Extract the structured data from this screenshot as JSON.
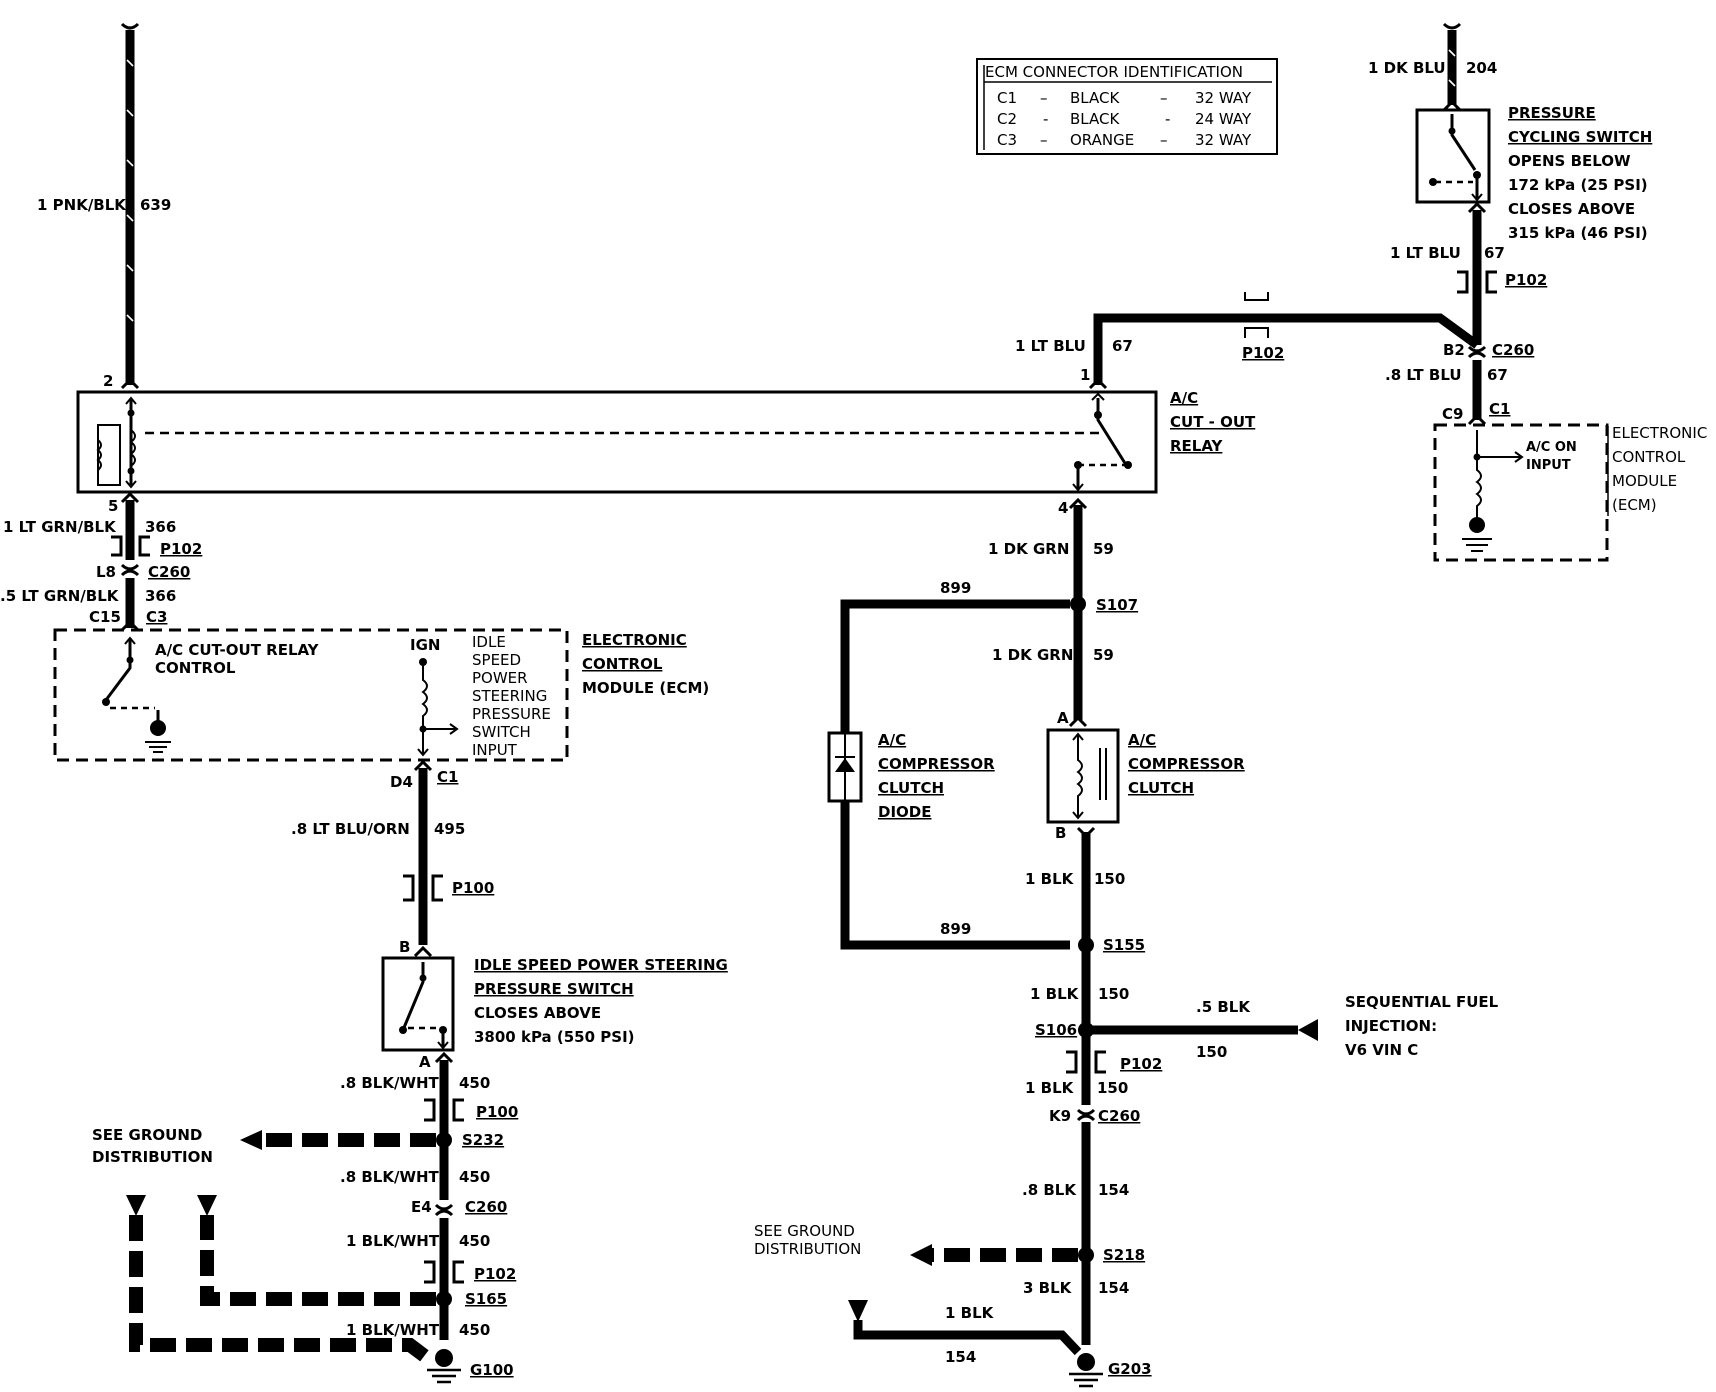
{
  "ecm_table": {
    "title": "ECM CONNECTOR IDENTIFICATION",
    "rows": [
      {
        "id": "C1",
        "dash1": "–",
        "color": "BLACK",
        "dash2": "–",
        "ways": "32 WAY"
      },
      {
        "id": "C2",
        "dash1": "-",
        "color": "BLACK",
        "dash2": "-",
        "ways": "24 WAY"
      },
      {
        "id": "C3",
        "dash1": "–",
        "color": "ORANGE",
        "dash2": "–",
        "ways": "32 WAY"
      }
    ]
  },
  "wires": {
    "w639": {
      "gauge": "1 PNK/BLK",
      "circuit": "639"
    },
    "w366a": {
      "gauge": "1 LT GRN/BLK",
      "circuit": "366"
    },
    "w366b": {
      "gauge": ".5 LT GRN/BLK",
      "circuit": "366"
    },
    "w495": {
      "gauge": ".8 LT BLU/ORN",
      "circuit": "495"
    },
    "w450a": {
      "gauge": ".8 BLK/WHT",
      "circuit": "450"
    },
    "w450b": {
      "gauge": ".8 BLK/WHT",
      "circuit": "450"
    },
    "w450c": {
      "gauge": "1 BLK/WHT",
      "circuit": "450"
    },
    "w450d": {
      "gauge": "1 BLK/WHT",
      "circuit": "450"
    },
    "w204": {
      "gauge": "1 DK BLU",
      "circuit": "204"
    },
    "w67a": {
      "gauge": "1 LT BLU",
      "circuit": "67"
    },
    "w67b": {
      "gauge": "1 LT BLU",
      "circuit": "67"
    },
    "w67c": {
      "gauge": ".8 LT BLU",
      "circuit": "67"
    },
    "w59a": {
      "gauge": "1 DK GRN",
      "circuit": "59"
    },
    "w59b": {
      "gauge": "1 DK GRN",
      "circuit": "59"
    },
    "w899a": {
      "circuit": "899"
    },
    "w899b": {
      "circuit": "899"
    },
    "w150a": {
      "gauge": "1 BLK",
      "circuit": "150"
    },
    "w150b": {
      "gauge": "1 BLK",
      "circuit": "150"
    },
    "w150c": {
      "gauge": ".5 BLK",
      "circuit": "150"
    },
    "w150d": {
      "gauge": "1 BLK",
      "circuit": "150"
    },
    "w154a": {
      "gauge": ".8 BLK",
      "circuit": "154"
    },
    "w154b": {
      "gauge": "3 BLK",
      "circuit": "154"
    },
    "w154c": {
      "gauge": "1 BLK",
      "circuit": "154"
    }
  },
  "connectors": {
    "p102_a": "P102",
    "c260_a": "C260",
    "c3": "C3",
    "c15": "C15",
    "l8": "L8",
    "d4": "D4",
    "c1_a": "C1",
    "p100_a": "P100",
    "p100_b": "P100",
    "c260_b": "C260",
    "e4": "E4",
    "p102_b": "P102",
    "p102_c": "P102",
    "p102_d": "P102",
    "c260_c": "C260",
    "b2": "B2",
    "c9": "C9",
    "c1_b": "C1",
    "p102_e": "P102",
    "c260_d": "C260",
    "k9": "K9"
  },
  "splices": {
    "s107": "S107",
    "s155": "S155",
    "s106": "S106",
    "s218": "S218",
    "s232": "S232",
    "s165": "S165"
  },
  "grounds": {
    "g100": "G100",
    "g203": "G203"
  },
  "pins": {
    "p2": "2",
    "p5": "5",
    "p1": "1",
    "p4": "4",
    "pB1": "B",
    "pA1": "A",
    "pA2": "A",
    "pB2": "B"
  },
  "relay": {
    "lines": [
      "A/C",
      "CUT - OUT",
      "RELAY"
    ]
  },
  "ecm_right": {
    "lines": [
      "ELECTRONIC",
      "CONTROL",
      "MODULE",
      "(ECM)"
    ],
    "input": [
      "A/C ON",
      "INPUT"
    ]
  },
  "ecm_left": {
    "lines": [
      "ELECTRONIC",
      "CONTROL",
      "MODULE (ECM)"
    ],
    "control": [
      "A/C CUT-OUT RELAY",
      "CONTROL"
    ],
    "ign": "IGN",
    "input": [
      "IDLE",
      "SPEED",
      "POWER",
      "STEERING",
      "PRESSURE",
      "SWITCH",
      "INPUT"
    ]
  },
  "pressure_cycling": {
    "lines": [
      "PRESSURE",
      "CYCLING SWITCH",
      "OPENS BELOW",
      "172 kPa (25 PSI)",
      "CLOSES ABOVE",
      "315 kPa (46 PSI)"
    ]
  },
  "idle_switch": {
    "lines": [
      "IDLE SPEED POWER STEERING",
      "PRESSURE SWITCH",
      "CLOSES ABOVE",
      "3800 kPa (550 PSI)"
    ]
  },
  "diode": {
    "lines": [
      "A/C",
      "COMPRESSOR",
      "CLUTCH",
      "DIODE"
    ]
  },
  "clutch": {
    "lines": [
      "A/C",
      "COMPRESSOR",
      "CLUTCH"
    ]
  },
  "sfi": {
    "lines": [
      "SEQUENTIAL FUEL",
      "INJECTION:",
      "V6 VIN C"
    ]
  },
  "see_ground_left": {
    "lines": [
      "SEE GROUND",
      "DISTRIBUTION"
    ]
  },
  "see_ground_right": {
    "lines": [
      "SEE GROUND",
      "DISTRIBUTION"
    ]
  }
}
